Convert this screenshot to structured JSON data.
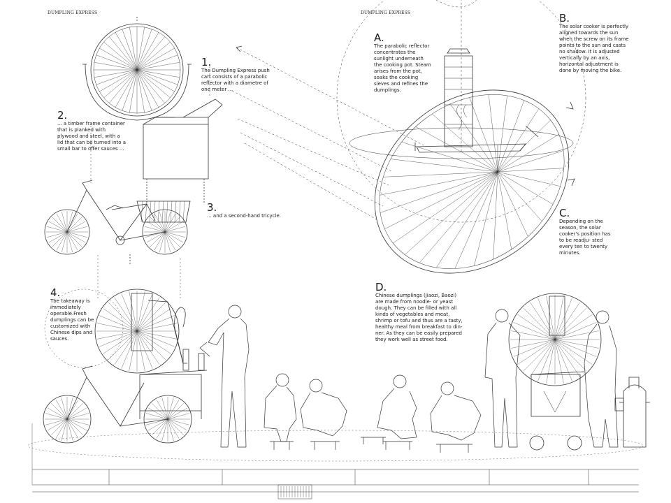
{
  "headers": {
    "left": "DUMPLING EXPRESS",
    "right": "DUMPLING EXPRESS"
  },
  "steps": [
    {
      "num": "1.",
      "text": "The Dumpling Express push cart consists of a parabolic reflector with a diametre of one meter ..."
    },
    {
      "num": "2.",
      "text": "... a timber frame container that is planked with plywood and steel, with a lid that can be turned into a small bar to offer sauces ..."
    },
    {
      "num": "3.",
      "text": "... and a second-hand tricycle."
    },
    {
      "num": "4.",
      "text": "The takeaway is immediately operable.Fresh dumplings can be customized with Chinese dips and sauces."
    }
  ],
  "notes": [
    {
      "letter": "A.",
      "text": "The parabolic reflector concentrates the sunlight underneath the cooking pot. Steam arises from the pot, soaks the cooking sieves and refines the dumplings."
    },
    {
      "letter": "B.",
      "text": "The solar cooker is perfectly aligned towards the sun when the screw on its frame points to the sun and casts no shadow. It is adjusted vertically by an axis, horizontal adjustment is done by moving the bike."
    },
    {
      "letter": "C.",
      "text": "Depending on the season, the solar cooker's position has to be readju- sted every ten to twenty minutes."
    },
    {
      "letter": "D.",
      "text": "Chinese dumplings (Jiaozi, Baozi) are made from noodle- or yeast dough. They can be filled with all kinds of vegetables and meat, shrimp or tofu and thus are a tasty, healthy meal from breakfast to din- ner. As they can be easily prepared they work well as street food."
    }
  ]
}
